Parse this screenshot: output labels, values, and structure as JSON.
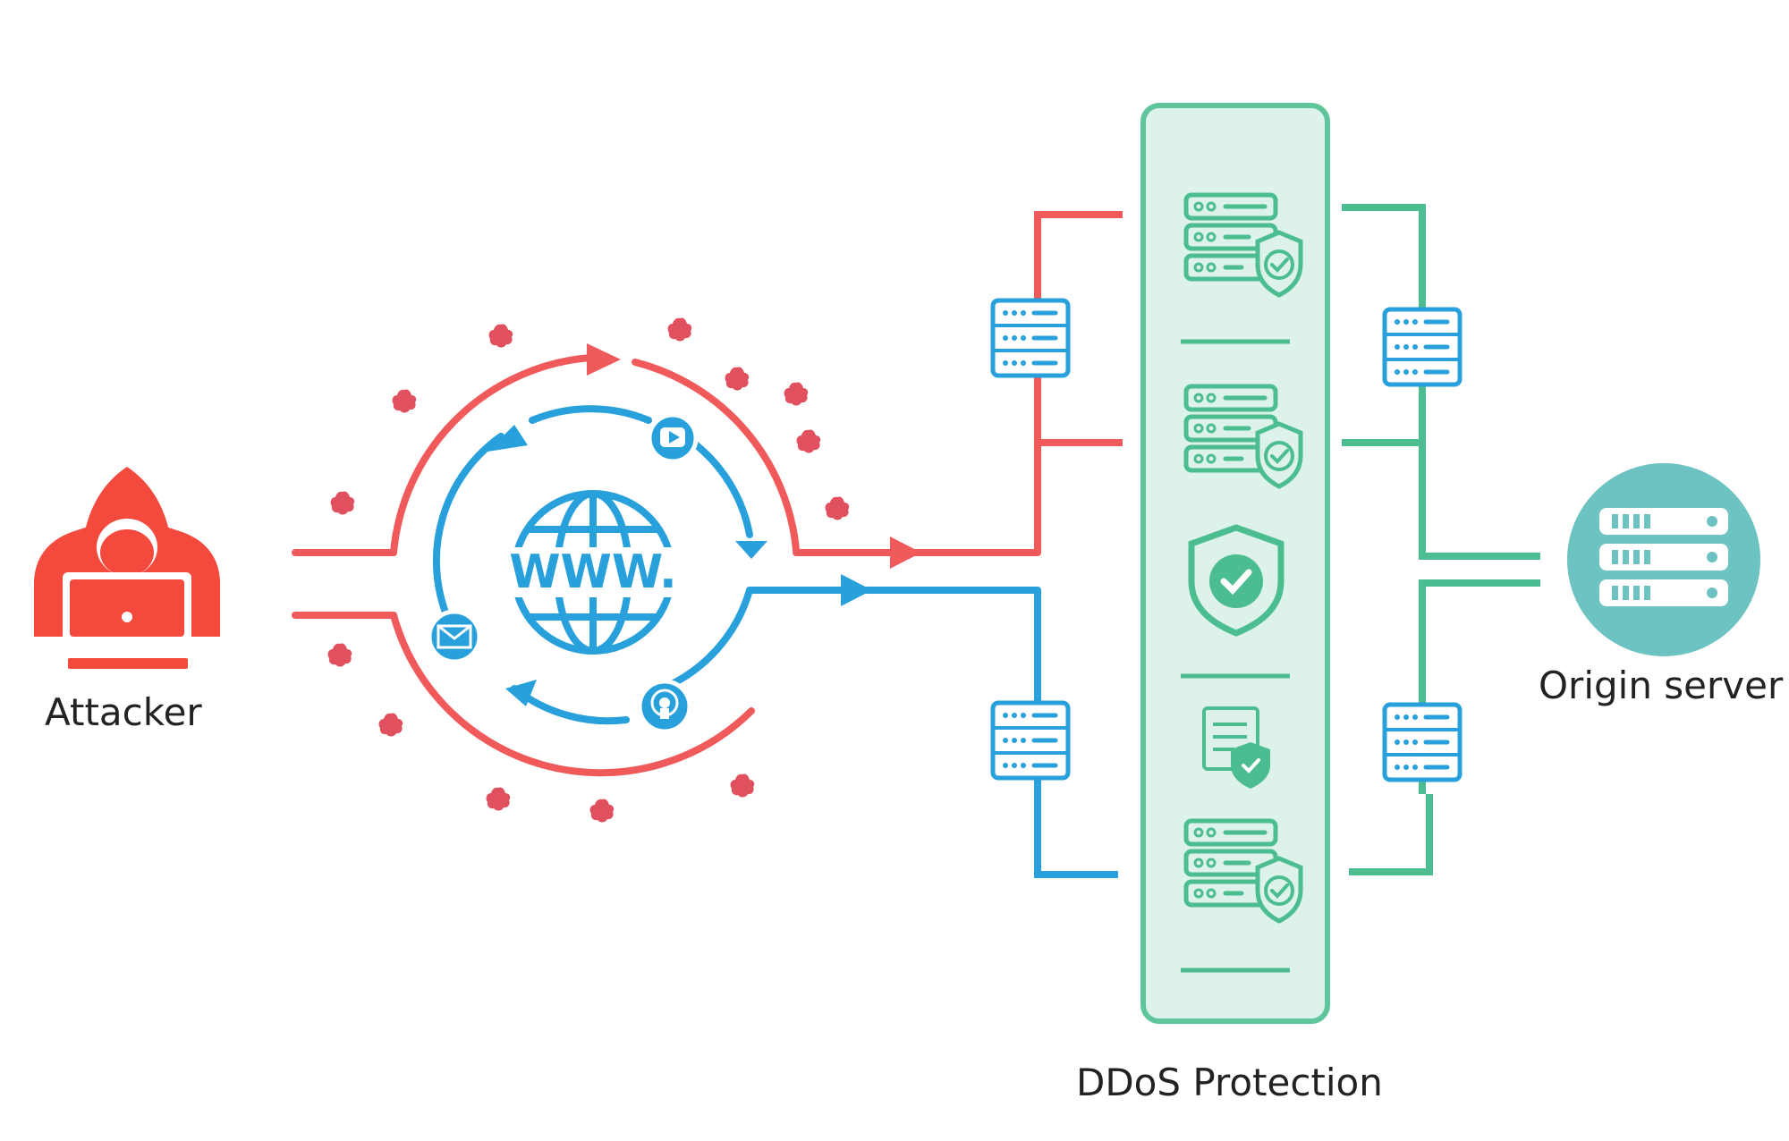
{
  "labels": {
    "attacker": "Attacker",
    "www": "WWW.",
    "ddos": "DDoS Protection",
    "origin": "Origin server"
  },
  "colors": {
    "red": "#f05a5b",
    "blue": "#28a0dc",
    "green": "#4cbd90",
    "panel_fill": "#dcf2ea",
    "panel_stroke": "#5ec69a",
    "origin_circle": "#6cc3c1",
    "attacker": "#f4493d",
    "star": "#e0505e"
  },
  "icons": {
    "attacker": "hacker-laptop-icon",
    "globe": "globe-www-icon",
    "video": "video-play-icon",
    "mail": "envelope-icon",
    "broadcast": "broadcast-icon",
    "server": "server-rack-icon",
    "shield": "shield-check-icon",
    "document": "document-shield-icon",
    "origin": "origin-server-icon"
  }
}
